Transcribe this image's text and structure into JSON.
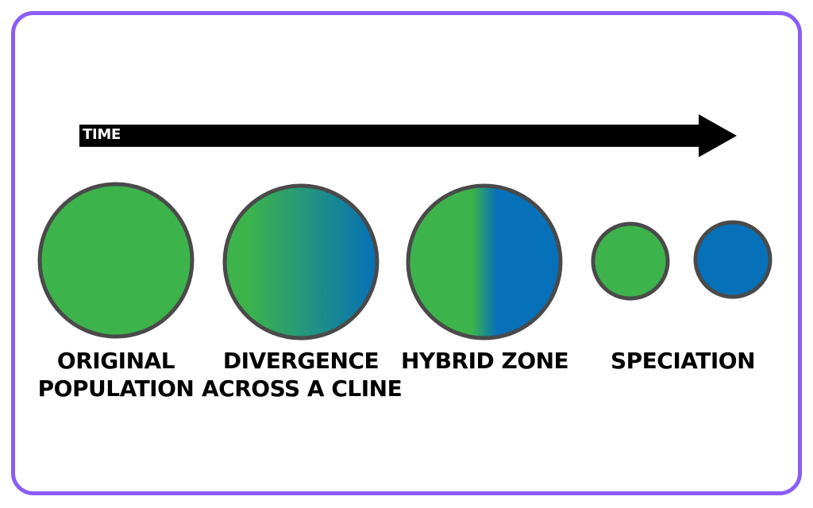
{
  "time_arrow": {
    "label": "TIME"
  },
  "stages": [
    {
      "lines": [
        "ORIGINAL",
        "POPULATION"
      ]
    },
    {
      "lines": [
        "DIVERGENCE",
        "ACROSS A CLINE"
      ]
    },
    {
      "lines": [
        "HYBRID ZONE"
      ]
    },
    {
      "lines": [
        "SPECIATION"
      ]
    }
  ],
  "colors": {
    "frame": "#8b5cf6",
    "green": "#3cb44b",
    "blue": "#0670b8",
    "circle_outline": "#4a4a4a",
    "arrow": "#000000"
  }
}
